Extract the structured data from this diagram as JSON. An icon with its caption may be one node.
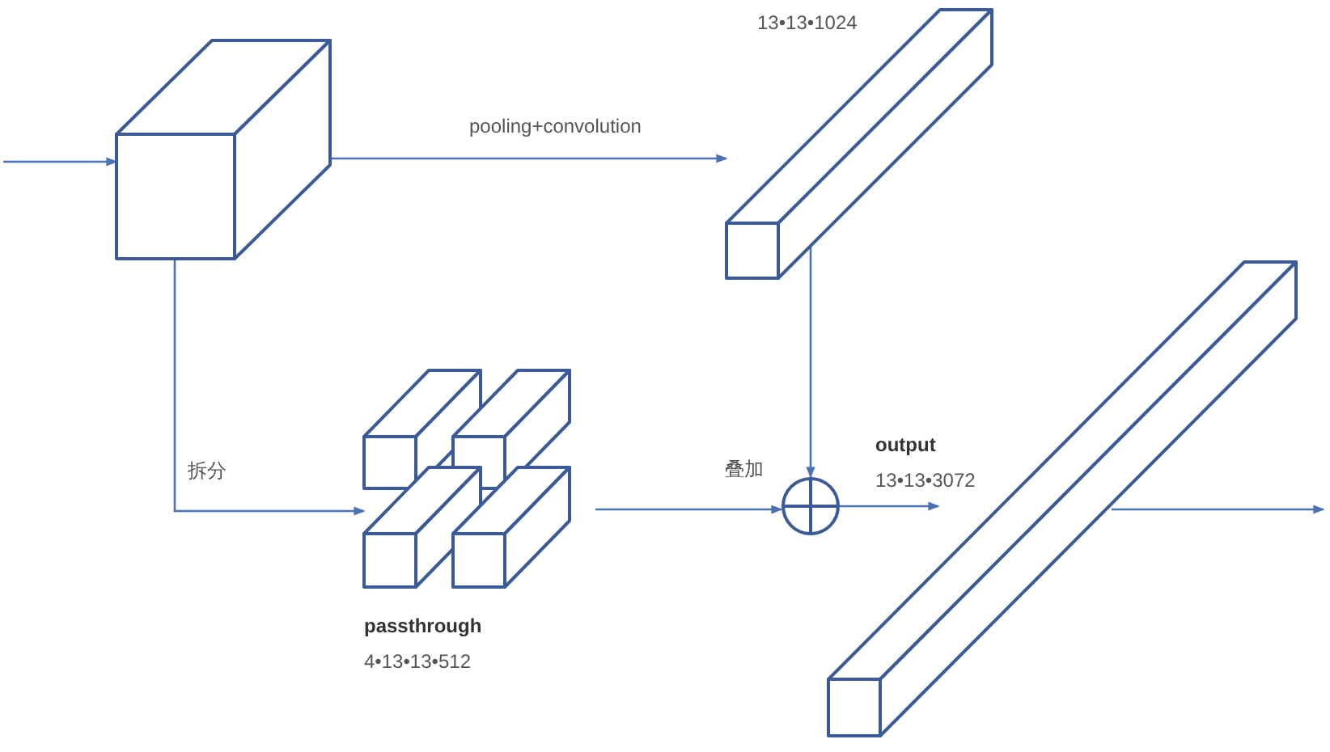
{
  "diagram": {
    "nodes": [
      {
        "text": [],
        "shape": "box"
      },
      {
        "text": [],
        "shape": "bar",
        "beside": [
          "13•13•1024"
        ]
      },
      {
        "text": [],
        "shape": "box",
        "beside": [
          "passthrough",
          "4•13•13•512"
        ]
      },
      {
        "text": [],
        "shape": "circle"
      },
      {
        "text": [],
        "shape": "bar",
        "beside": [
          "output",
          "13•13•3072"
        ]
      }
    ],
    "edges": [
      {
        "from": null,
        "to": 0,
        "arrow": "to"
      },
      {
        "from": 0,
        "to": 1,
        "arrow": "to",
        "label": "pooling+convolution"
      },
      {
        "from": 0,
        "to": 2,
        "arrow": "to",
        "label": "拆分"
      },
      {
        "from": 1,
        "to": 3,
        "arrow": "to"
      },
      {
        "from": 2,
        "to": 3,
        "arrow": "to",
        "label": "叠加"
      },
      {
        "from": 3,
        "to": 4,
        "arrow": "to"
      },
      {
        "from": 4,
        "to": null,
        "arrow": "to"
      }
    ]
  }
}
